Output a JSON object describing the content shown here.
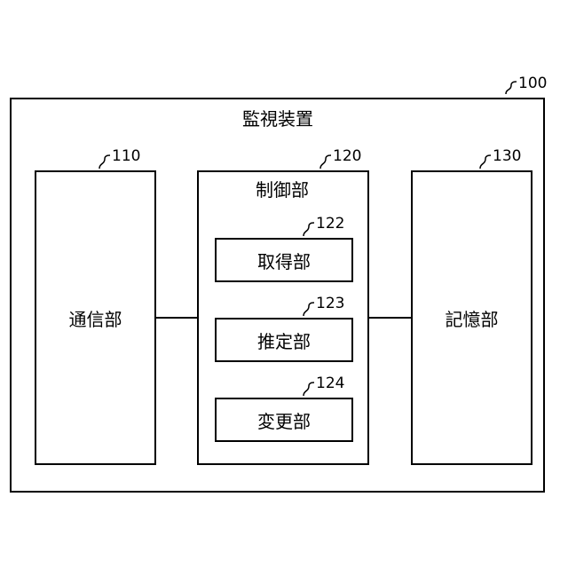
{
  "device": {
    "title": "監視装置",
    "ref": "100"
  },
  "comm": {
    "label": "通信部",
    "ref": "110"
  },
  "control": {
    "label": "制御部",
    "ref": "120",
    "units": [
      {
        "label": "取得部",
        "ref": "122"
      },
      {
        "label": "推定部",
        "ref": "123"
      },
      {
        "label": "変更部",
        "ref": "124"
      }
    ]
  },
  "storage": {
    "label": "記憶部",
    "ref": "130"
  }
}
